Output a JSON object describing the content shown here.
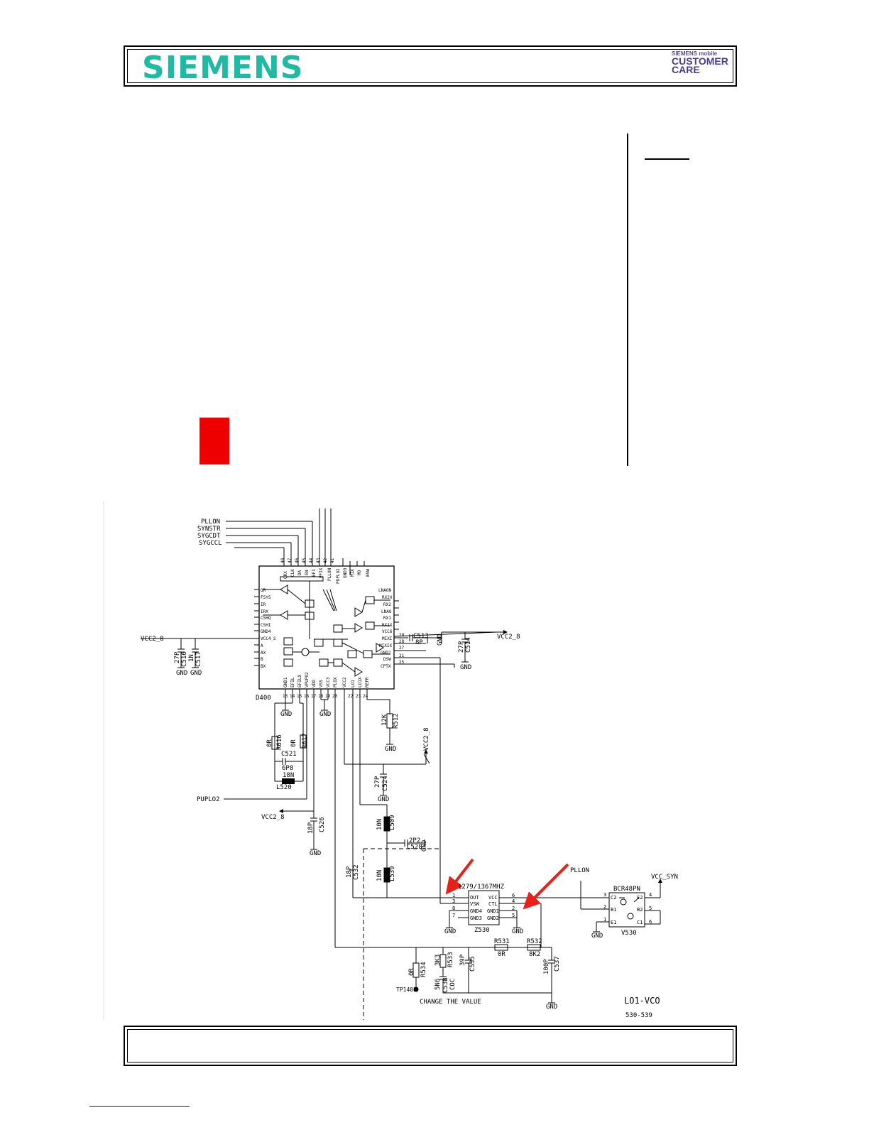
{
  "header": {
    "brand": "SIEMENS",
    "cc_top": "SIEMENS mobile",
    "cc_line1": "CUSTOMER",
    "cc_line2": "CARE"
  },
  "schematic": {
    "nets_left": [
      "PLLON",
      "SYNSTR",
      "SYGCDT",
      "SYGCCL"
    ],
    "vcc": "VCC2_8",
    "vcc_syn": "VCC_SYN",
    "pllon": "PLLON",
    "puplo2": "PUPLO2",
    "gnd": "GND",
    "chip": "D400",
    "chip_left_pins": [
      "QR",
      "FSYS",
      "IR",
      "IRX",
      "CSHQ",
      "CSHI",
      "GND4",
      "VCC4_S",
      "A",
      "AX",
      "B",
      "BX"
    ],
    "chip_right_pins": [
      "LNAON",
      "RX2X",
      "RX2",
      "LNAO",
      "RX1",
      "RX1X",
      "VCC6",
      "MIXI",
      "MIXIX",
      "GND2",
      "DSW",
      "CPTX"
    ],
    "chip_right_nums": [
      "29",
      "28",
      "27",
      "21",
      "25"
    ],
    "chip_bottom_pins": [
      "GND1",
      "EFIL",
      "EFILX",
      "VPUPO2",
      "VDD",
      "VSS",
      "VCC3",
      "PLOX",
      "VCC2",
      "LO1",
      "LO1X",
      "REFR"
    ],
    "chip_bottom_nums": [
      "13",
      "14",
      "15",
      "16",
      "17",
      "18",
      "19",
      "20",
      "22",
      "23",
      "24"
    ],
    "chip_top_pins": [
      "QRX",
      "CLK",
      "DA",
      "EN",
      "EFI",
      "PFIX",
      "PLLON",
      "PUPLO2",
      "GND3",
      "MIX",
      "MO",
      "BSW"
    ],
    "chip_top_nums": [
      "48",
      "47",
      "46",
      "45",
      "44",
      "43",
      "42",
      "41"
    ],
    "r616": {
      "name": "R616",
      "value": "0R"
    },
    "r617": {
      "name": "R617",
      "value": "0R"
    },
    "c521": {
      "name": "C521",
      "value": "6P8"
    },
    "l520": {
      "name": "L520",
      "value": "18N"
    },
    "c516": {
      "name": "C516",
      "value": "27P"
    },
    "c517": {
      "name": "C517",
      "value": "1N"
    },
    "c513": {
      "name": "C513",
      "value": "8P"
    },
    "c514": {
      "name": "C514",
      "value": "27P"
    },
    "r512": {
      "name": "R512",
      "value": "12K"
    },
    "c524": {
      "name": "C524",
      "value": "27P"
    },
    "c526": {
      "name": "C526",
      "value": "18P"
    },
    "l509": {
      "name": "L509",
      "value": "10N"
    },
    "c528": {
      "name": "C528",
      "value": "2P2"
    },
    "l539": {
      "name": "L539",
      "value": "10N"
    },
    "c532": {
      "name": "C532",
      "value": "18P"
    },
    "vco": {
      "name": "Z530",
      "value": "1279/1367MHZ",
      "pins_left": [
        "OUT",
        "VSW",
        "GND4",
        "GND3"
      ],
      "pins_right": [
        "VCC",
        "CTL",
        "GND1",
        "GND2"
      ],
      "pin_nums_left": [
        "1",
        "3",
        "8",
        "7"
      ],
      "pin_nums_right": [
        "6",
        "4",
        "2",
        "5"
      ]
    },
    "transistor": {
      "name": "V530",
      "value": "BCR48PN",
      "pins_left": [
        "C2",
        "B1",
        "E1"
      ],
      "pins_right": [
        "E2",
        "B2",
        "C1"
      ],
      "pin_nums_left": [
        "3",
        "2",
        "1"
      ],
      "pin_nums_right": [
        "4",
        "5",
        "6"
      ]
    },
    "r531": {
      "name": "R531",
      "value": "0R"
    },
    "r532": {
      "name": "R532",
      "value": "8K2"
    },
    "r534": {
      "name": "R534",
      "value": "0R"
    },
    "r533": {
      "name": "R533",
      "value": "3K3"
    },
    "c538": {
      "name": "C538",
      "value": "5N6"
    },
    "c538_sub": "COC",
    "c535": {
      "name": "C535",
      "value": "39P"
    },
    "c537": {
      "name": "C537",
      "value": "100P"
    },
    "tp": "TP1403",
    "note": "CHANGE THE VALUE",
    "block_name": "LO1-VCO",
    "block_range": "530-539"
  }
}
